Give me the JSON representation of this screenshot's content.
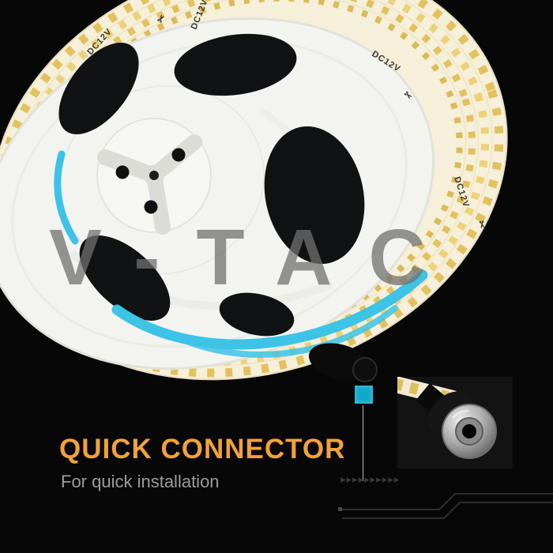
{
  "background": {
    "color": "#070707"
  },
  "watermark": {
    "text": "V-TAC",
    "color": "#707070"
  },
  "reel": {
    "strip_label": "DC12V",
    "cut_icon": "✂",
    "colors": {
      "flange_white": "#f3f3f0",
      "strip_base": "#f6efd9",
      "led_gold": "#e2c25f",
      "accent_cyan": "#3cc3e6"
    }
  },
  "callout": {
    "headline": "QUICK CONNECTOR",
    "subheadline": "For quick installation",
    "headline_color": "#f0a23c",
    "subheadline_color": "#9b9b9b",
    "marker_color": "#0fa9c9",
    "chevrons": "▸▸▸▸▸▸▸▸▸▸"
  }
}
